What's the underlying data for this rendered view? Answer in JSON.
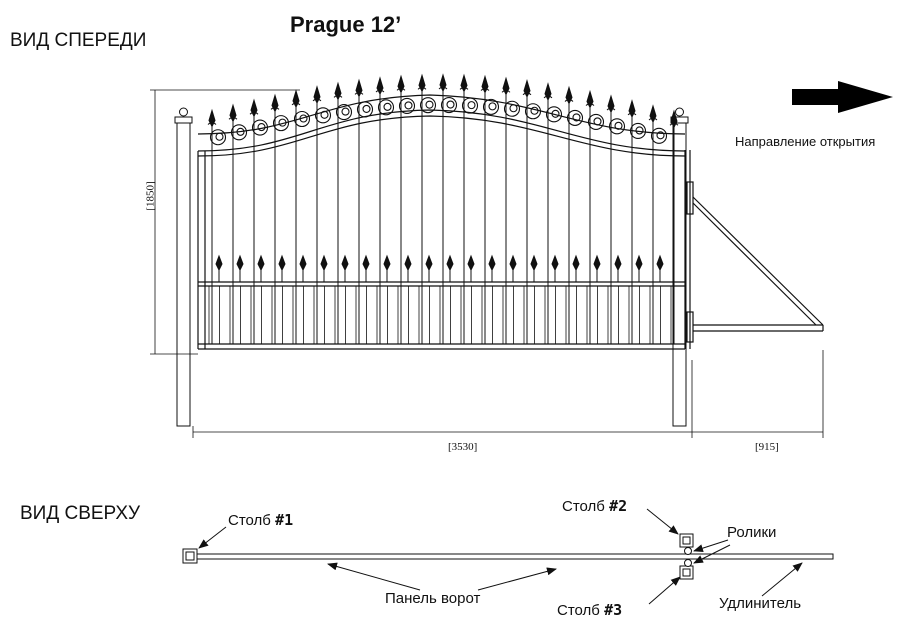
{
  "title": "Prague 12’",
  "views": {
    "front": "ВИД СПЕРЕДИ",
    "top": "ВИД СВЕРХУ"
  },
  "direction_label": "Направление открытия",
  "dimensions": {
    "height": "[1850]",
    "width": "[3530]",
    "extension": "[915]"
  },
  "callouts": {
    "post1_text": "Столб ",
    "post1_num": "#1",
    "post2_text": "Столб ",
    "post2_num": "#2",
    "post3_text": "Столб ",
    "post3_num": "#3",
    "rollers": "Ролики",
    "gate_panel": "Панель ворот",
    "extension": "Удлинитель"
  }
}
